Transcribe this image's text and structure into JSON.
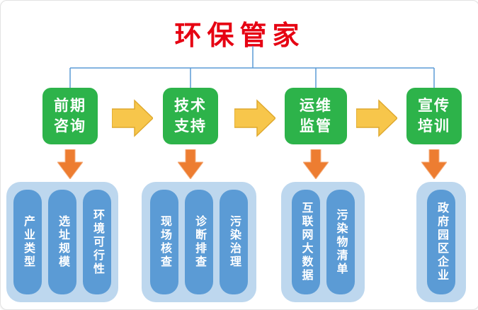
{
  "title": "环保管家",
  "colors": {
    "title_red": "#e60012",
    "stage_green": "#2db34a",
    "arrow_yellow": "#f7c64b",
    "arrow_orange": "#ed7d31",
    "panel_blue": "#bdd7ee",
    "pill_blue": "#5b9bd5",
    "connector_blue": "#5b9bd5"
  },
  "stages": [
    {
      "label_line1": "前期",
      "label_line2": "咨询",
      "items": [
        "产业类型",
        "选址规模",
        "环境可行性"
      ]
    },
    {
      "label_line1": "技术",
      "label_line2": "支持",
      "items": [
        "现场核查",
        "诊断排查",
        "污染治理"
      ]
    },
    {
      "label_line1": "运维",
      "label_line2": "监管",
      "items": [
        "互联网大数据",
        "污染物清单"
      ]
    },
    {
      "label_line1": "宣传",
      "label_line2": "培训",
      "items": [
        "政府园区企业"
      ]
    }
  ]
}
